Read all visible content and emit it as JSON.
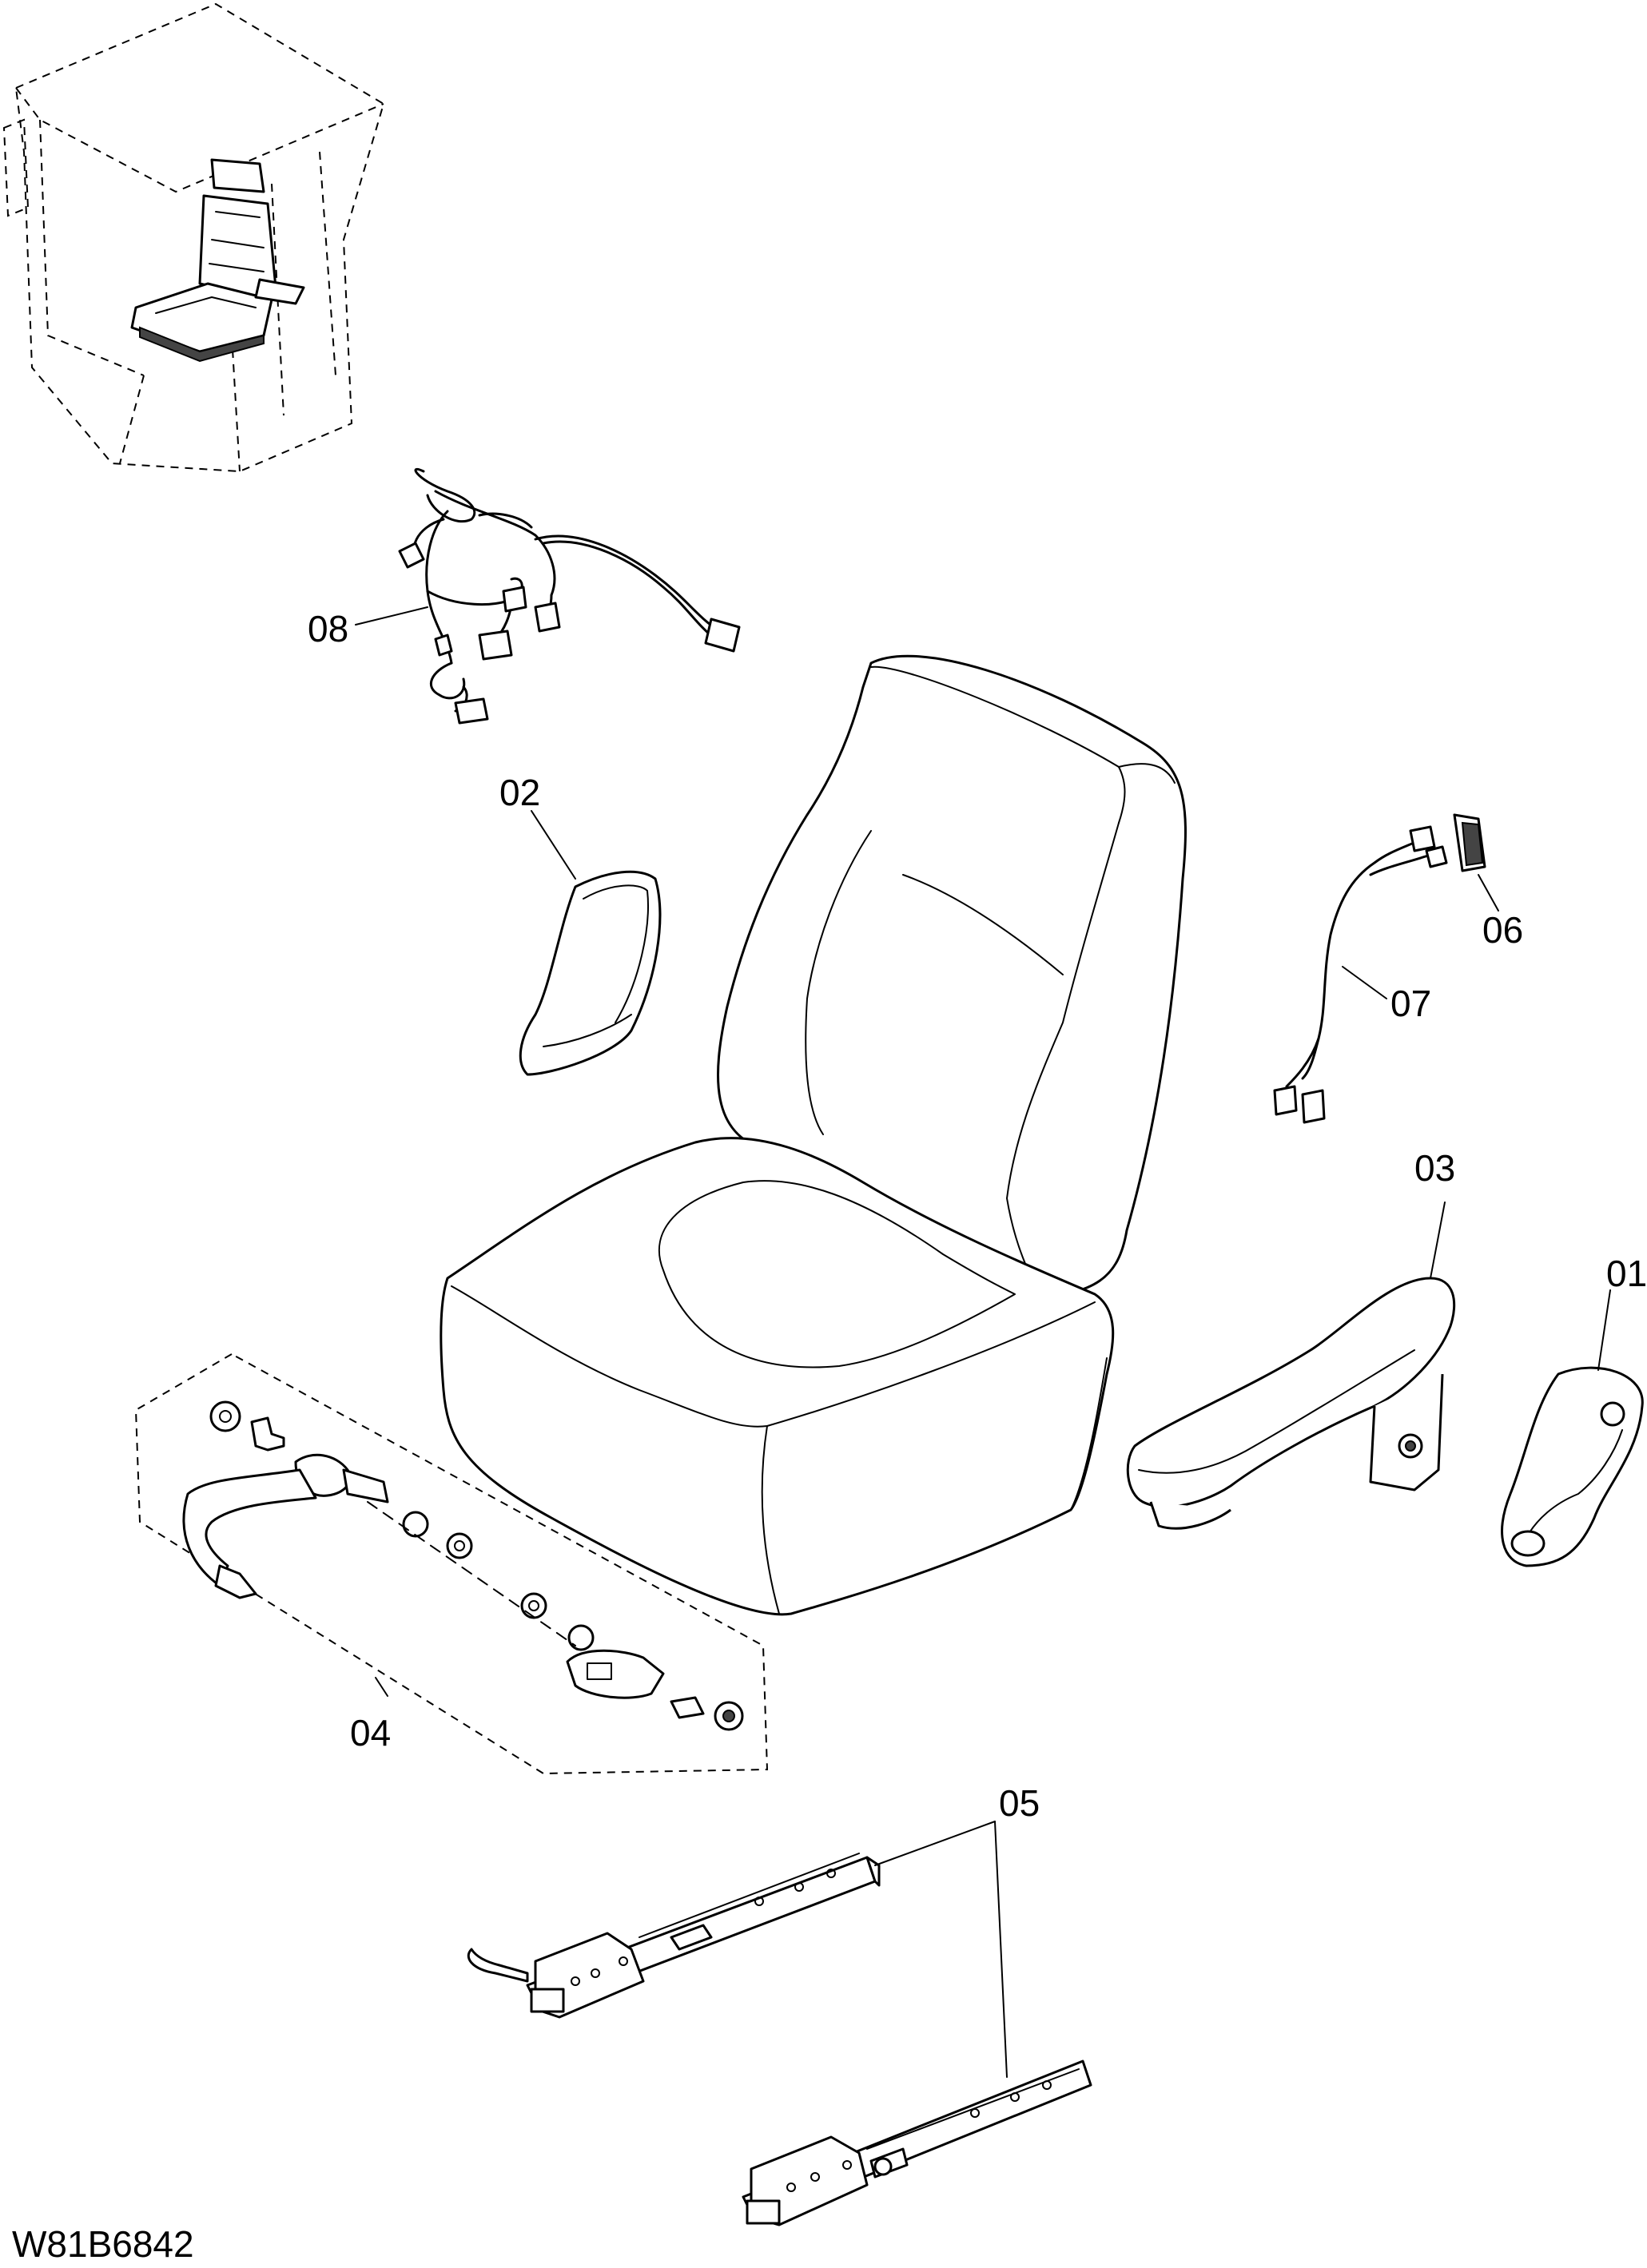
{
  "diagram": {
    "drawing_id": "W81B6842",
    "parts": [
      {
        "key": "p01",
        "label": "01"
      },
      {
        "key": "p02",
        "label": "02"
      },
      {
        "key": "p03",
        "label": "03"
      },
      {
        "key": "p04",
        "label": "04"
      },
      {
        "key": "p05",
        "label": "05"
      },
      {
        "key": "p06",
        "label": "06"
      },
      {
        "key": "p07",
        "label": "07"
      },
      {
        "key": "p08",
        "label": "08"
      }
    ]
  }
}
